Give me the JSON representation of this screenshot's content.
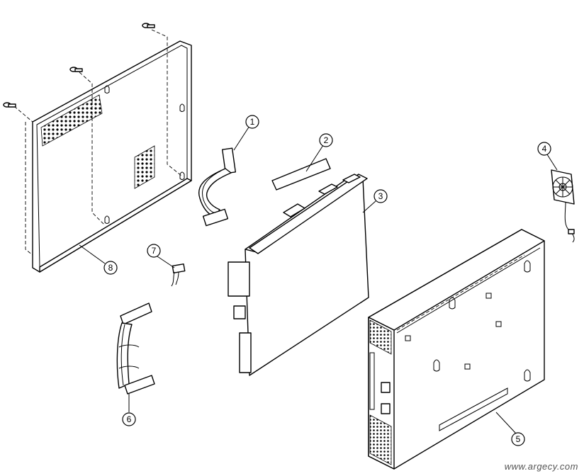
{
  "callouts": [
    {
      "id": "1",
      "label": "1"
    },
    {
      "id": "2",
      "label": "2"
    },
    {
      "id": "3",
      "label": "3"
    },
    {
      "id": "4",
      "label": "4"
    },
    {
      "id": "5",
      "label": "5"
    },
    {
      "id": "6",
      "label": "6"
    },
    {
      "id": "7",
      "label": "7"
    },
    {
      "id": "8",
      "label": "8"
    }
  ],
  "watermark": "www.argecy.com"
}
